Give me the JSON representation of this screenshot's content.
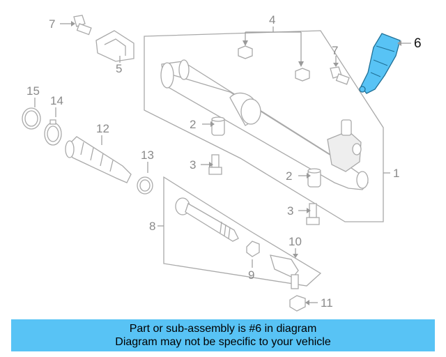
{
  "colors": {
    "highlight": "#58c3f5",
    "highlight_stroke": "#1f6f95",
    "line_gray": "#a9a9a9",
    "banner": "#58c3f5"
  },
  "callouts": {
    "c1": "1",
    "c2a": "2",
    "c2b": "2",
    "c3a": "3",
    "c3b": "3",
    "c4": "4",
    "c5": "5",
    "c6": "6",
    "c7a": "7",
    "c7b": "7",
    "c8": "8",
    "c9": "9",
    "c10": "10",
    "c11": "11",
    "c12": "12",
    "c13": "13",
    "c14": "14",
    "c15": "15"
  },
  "caption": {
    "line1": "Part or sub-assembly is #6 in diagram",
    "line2": "Diagram may not be specific to your vehicle"
  }
}
